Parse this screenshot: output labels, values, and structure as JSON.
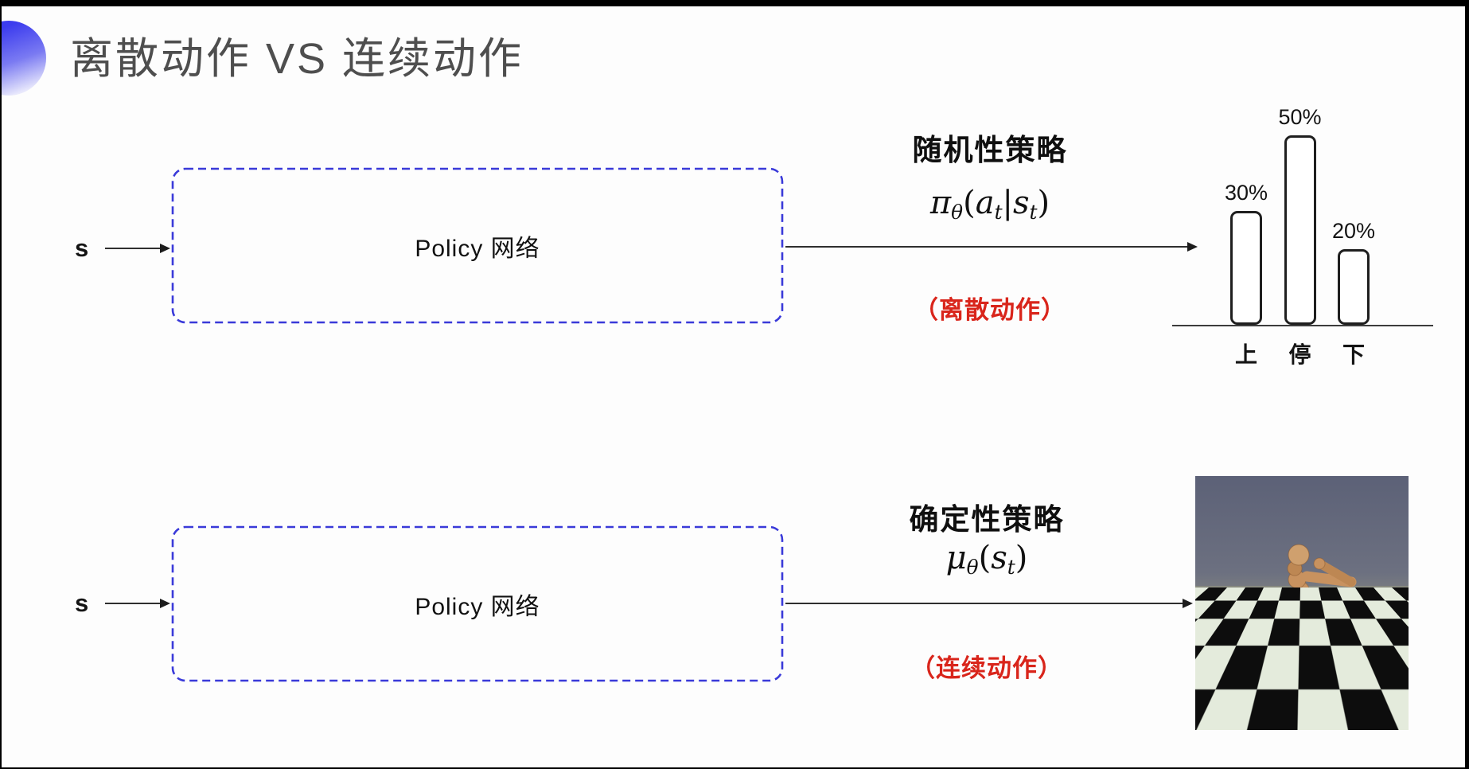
{
  "slide": {
    "title": "离散动作 VS 连续动作"
  },
  "stochastic_row": {
    "state_label": "s",
    "box_label": "Policy 网络",
    "policy_title": "随机性策略",
    "formula_parts": [
      {
        "t": "π"
      },
      {
        "t": "θ",
        "sub": true
      },
      {
        "t": "("
      },
      {
        "t": "a"
      },
      {
        "t": "t",
        "sub": true
      },
      {
        "t": "|"
      },
      {
        "t": "s"
      },
      {
        "t": "t",
        "sub": true
      },
      {
        "t": ")"
      }
    ],
    "action_note": "（离散动作）"
  },
  "deterministic_row": {
    "state_label": "s",
    "box_label": "Policy 网络",
    "policy_title": "确定性策略",
    "formula_parts": [
      {
        "t": "μ"
      },
      {
        "t": "θ",
        "sub": true
      },
      {
        "t": "("
      },
      {
        "t": "s"
      },
      {
        "t": "t",
        "sub": true
      },
      {
        "t": ")"
      }
    ],
    "action_note": "（连续动作）",
    "illustration_alt": "mujoco-humanoid-on-checkerboard-floor"
  },
  "chart_data": {
    "type": "bar",
    "categories": [
      "上",
      "停",
      "下"
    ],
    "values": [
      30,
      50,
      20
    ],
    "value_labels": [
      "30%",
      "50%",
      "20%"
    ],
    "title": "",
    "xlabel": "",
    "ylabel": "",
    "ylim": [
      0,
      55
    ],
    "grid": false,
    "legend": false,
    "bar_style": "outlined-white-rounded"
  },
  "colors": {
    "accent_blue": "#3a3ad9",
    "red_note": "#d9251b",
    "title_gray": "#4e4e4e",
    "ink": "#141414",
    "checker_dark": "#0d0d0d",
    "checker_light": "#e4ebdc",
    "robot_body": "#c8925f"
  }
}
